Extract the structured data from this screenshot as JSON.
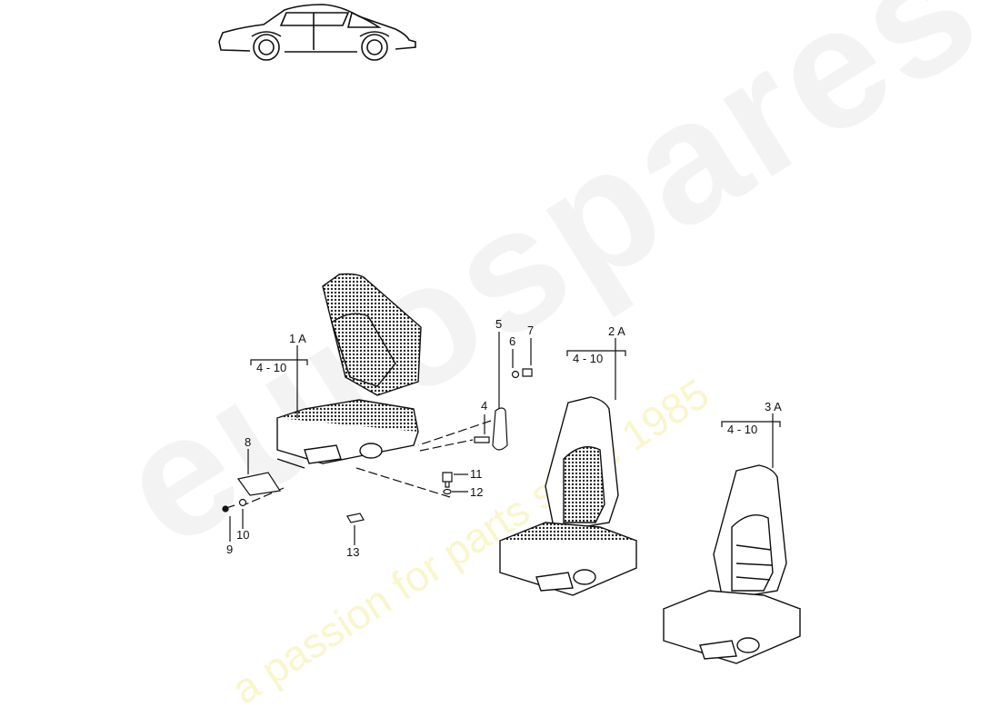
{
  "diagram": {
    "thumbnail": {
      "label": "car-side-view"
    },
    "watermark": {
      "brand": "eurospares",
      "tagline": "a passion for parts since 1985"
    },
    "assemblies": [
      {
        "id": "1A",
        "label": "1 A",
        "range": "4 - 10"
      },
      {
        "id": "2A",
        "label": "2 A",
        "range": "4 - 10"
      },
      {
        "id": "3A",
        "label": "3 A",
        "range": "4 - 10"
      }
    ],
    "callouts": [
      {
        "n": "4"
      },
      {
        "n": "5"
      },
      {
        "n": "6"
      },
      {
        "n": "7"
      },
      {
        "n": "8"
      },
      {
        "n": "9"
      },
      {
        "n": "10"
      },
      {
        "n": "11"
      },
      {
        "n": "12"
      },
      {
        "n": "13"
      }
    ]
  }
}
